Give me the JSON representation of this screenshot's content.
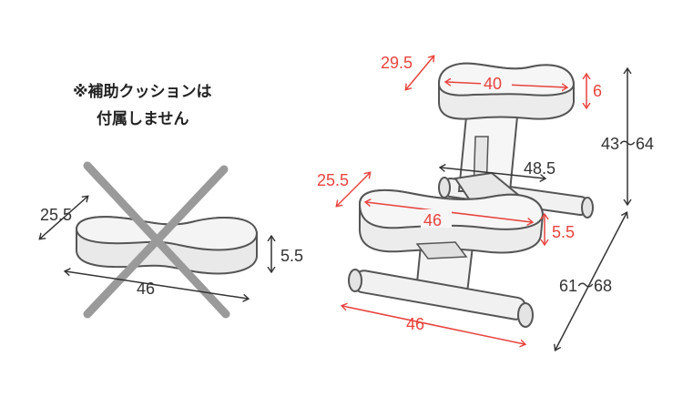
{
  "note": {
    "line1": "※補助クッションは",
    "line2": "付属しません"
  },
  "cushion": {
    "depth": "25.5",
    "height": "5.5",
    "width": "46"
  },
  "chair": {
    "knee_depth": "29.5",
    "knee_width": "40",
    "knee_thickness": "6",
    "knee_height": "43〜64",
    "seat_knee_distance": "48.5",
    "seat_depth": "25.5",
    "seat_width": "46",
    "seat_thickness": "5.5",
    "base_width": "46",
    "base_length": "61〜68"
  },
  "colors": {
    "red_dimension": "#e8433d",
    "black_dimension": "#333333",
    "cross": "#9a9a9a",
    "outline": "#555555"
  }
}
